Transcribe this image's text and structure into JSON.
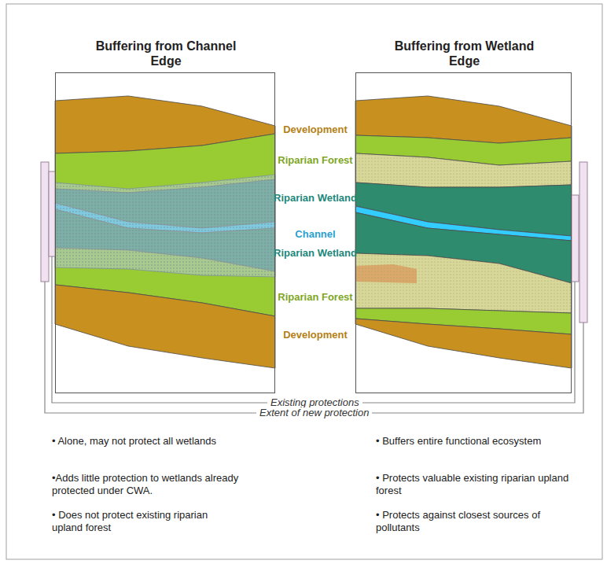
{
  "diagram": {
    "nodes": [
      {
        "text": [
          "Buffering from Channel Edge"
        ]
      },
      {
        "text": [
          "Buffering from Wetland Edge"
        ]
      }
    ],
    "labels": [
      "Development",
      "Riparian Forest",
      "Riparian Wetland",
      "Channel",
      "Riparian Wetland",
      "Riparian Forest",
      "Development",
      "Existing protections",
      "Extent of new protection",
      "• Alone, may not protect all wetlands",
      "•Adds little protection to wetlands already protected under CWA.",
      "• Does not protect existing riparian upland forest",
      "• Buffers entire functional ecosystem",
      "• Protects valuable existing riparian upland forest",
      "• Protects against closest sources of pollutants"
    ]
  }
}
